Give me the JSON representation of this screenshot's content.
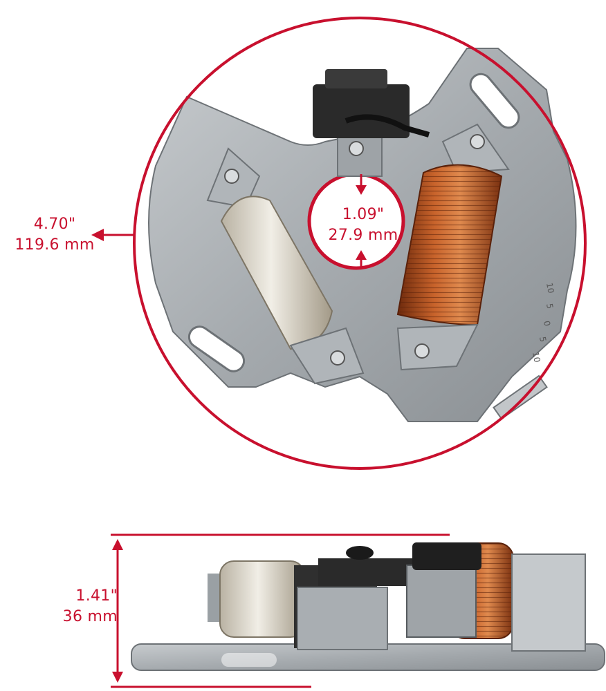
{
  "dimensions": {
    "outer_diameter": {
      "inch": "4.70\"",
      "mm": "119.6 mm"
    },
    "center_hole": {
      "inch": "1.09\"",
      "mm": "27.9 mm"
    },
    "height": {
      "inch": "1.41\"",
      "mm": "36 mm"
    }
  },
  "scale_marks": [
    "10",
    "5",
    "0",
    "5",
    "10"
  ],
  "colors": {
    "annotation_red": "#c8102e",
    "plate_aluminum": "#a8adb1",
    "copper_coil": "#b5541f",
    "wrapped_coil": "#e4e0d6",
    "connector_black": "#2a2a2a"
  }
}
